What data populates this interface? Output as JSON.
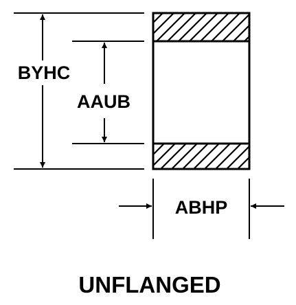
{
  "labels": {
    "outer_dimension": "BYHC",
    "inner_dimension": "AAUB",
    "width_dimension": "ABHP",
    "caption": "UNFLANGED"
  },
  "colors": {
    "line": "#000000",
    "background": "#ffffff"
  }
}
